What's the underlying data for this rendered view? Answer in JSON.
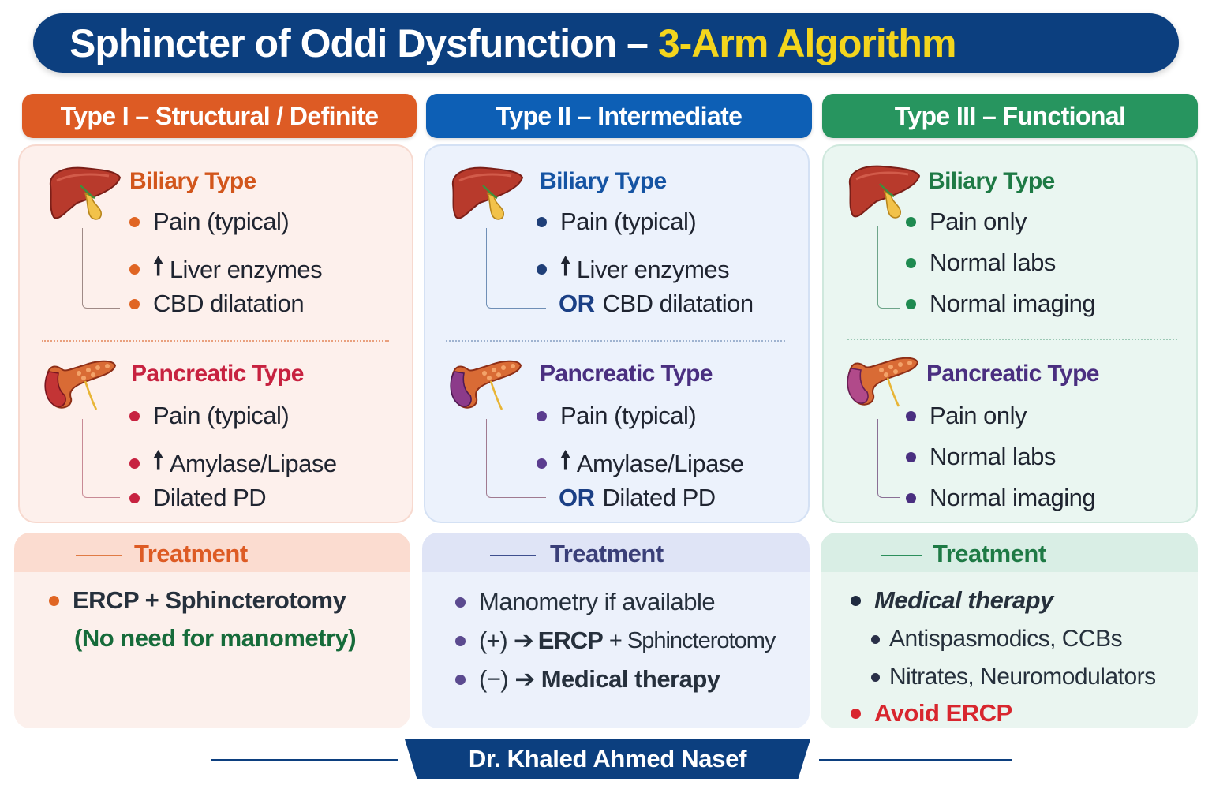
{
  "title": {
    "main": "Sphincter of Oddi Dysfunction – ",
    "accent": "3-Arm Algorithm"
  },
  "columns": [
    {
      "header": "Type I – Structural / Definite",
      "biliary": {
        "title": "Biliary Type",
        "items": [
          "Pain (typical)",
          "Liver enzymes",
          "CBD dilatation"
        ]
      },
      "pancreatic": {
        "title": "Pancreatic Type",
        "items": [
          "Pain (typical)",
          "Amylase/Lipase",
          "Dilated PD"
        ]
      },
      "treatment": {
        "title": "Treatment",
        "items": [
          "ERCP + Sphincterotomy",
          "(No need for manometry)"
        ]
      }
    },
    {
      "header": "Type II – Intermediate",
      "biliary": {
        "title": "Biliary Type",
        "items": [
          "Pain (typical)",
          "Liver enzymes",
          "CBD dilatation"
        ]
      },
      "pancreatic": {
        "title": "Pancreatic Type",
        "items": [
          "Pain (typical)",
          "Amylase/Lipase",
          "Dilated PD"
        ]
      },
      "or_label": "OR",
      "treatment": {
        "title": "Treatment",
        "items": [
          "Manometry if available",
          "(+)",
          "ERCP",
          "+ Sphincterotomy",
          "(−)",
          "Medical therapy"
        ]
      }
    },
    {
      "header": "Type III – Functional",
      "biliary": {
        "title": "Biliary Type",
        "items": [
          "Pain only",
          "Normal labs",
          "Normal imaging"
        ]
      },
      "pancreatic": {
        "title": "Pancreatic Type",
        "items": [
          "Pain only",
          "Normal labs",
          "Normal imaging"
        ]
      },
      "treatment": {
        "title": "Treatment",
        "items": [
          "Medical therapy",
          "Antispasmodics, CCBs",
          "Nitrates, Neuromodulators",
          "Avoid ERCP"
        ]
      }
    }
  ],
  "symbols": {
    "up_arrow": "🠕",
    "right_arrow": "➔"
  },
  "icons": [
    "liver-gallbladder-icon",
    "pancreas-icon"
  ],
  "colors": {
    "navy": "#0c3f7f",
    "yellow": "#f4d51d",
    "type1": "#dd5b24",
    "type2": "#0d5fb5",
    "type3": "#27955f",
    "biliary_orange": "#d2561c",
    "biliary_blue": "#1554a3",
    "biliary_green": "#1e7a45",
    "pancreatic_red": "#c72240",
    "pancreatic_purple": "#4a2f80",
    "manometry_green": "#166b3a",
    "avoid_red": "#d8262e"
  },
  "footer": "Dr. Khaled Ahmed Nasef"
}
